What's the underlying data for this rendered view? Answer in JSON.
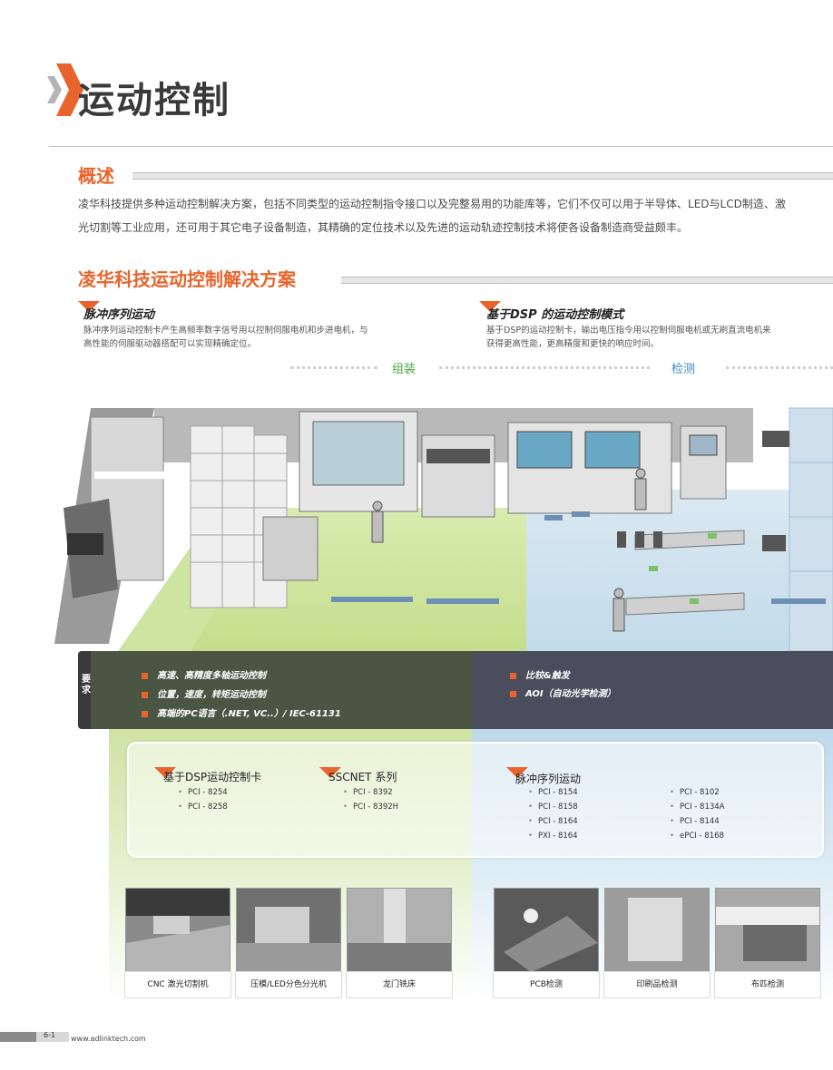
{
  "header": {
    "title": "运动控制"
  },
  "overview": {
    "heading": "概述",
    "body": "凌华科技提供多种运动控制解决方案，包括不同类型的运动控制指令接口以及完整易用的功能库等，它们不仅可以用于半导体、LED与LCD制造、激光切割等工业应用，还可用于其它电子设备制造，其精确的定位技术以及先进的运动轨迹控制技术将使各设备制造商受益颇丰。"
  },
  "solutions": {
    "heading": "凌华科技运动控制解决方案",
    "left": {
      "title": "脉冲序列运动",
      "text": "脉冲序列运动控制卡产生高频率数字信号用以控制伺服电机和步进电机，与高性能的伺服驱动器搭配可以实现精确定位。"
    },
    "right": {
      "title": "基于DSP 的运动控制模式",
      "text": "基于DSP的运动控制卡，输出电压指令用以控制伺服电机或无刷直流电机来获得更高性能，更高精度和更快的响应时间。"
    }
  },
  "zones": {
    "assembly": "组装",
    "inspection": "检测"
  },
  "requirements": {
    "tab_label": "要求",
    "left_items": [
      "高速、高精度多轴运动控制",
      "位置，速度，转矩运动控制",
      "高端的PC语言（.NET, VC..）/ IEC-61131"
    ],
    "right_items": [
      "比较&触发",
      "AOI（自动光学检测）"
    ]
  },
  "products": {
    "dsp": {
      "title": "基于DSP运动控制卡",
      "items": [
        "PCI - 8254",
        "PCI - 8258"
      ]
    },
    "sscnet": {
      "title": "SSCNET 系列",
      "items": [
        "PCI - 8392",
        "PCI - 8392H"
      ]
    },
    "pulse": {
      "title": "脉冲序列运动",
      "col1": [
        "PCI - 8154",
        "PCI - 8158",
        "PCI - 8164",
        "PXI - 8164"
      ],
      "col2": [
        "PCI - 8102",
        "PCI - 8134A",
        "PCI - 8144",
        "ePCI - 8168"
      ]
    }
  },
  "applications": [
    {
      "caption": "CNC 激光切割机",
      "icon": "laser-cutter-photo"
    },
    {
      "caption": "压模/LED分色分光机",
      "icon": "led-sorter-photo"
    },
    {
      "caption": "龙门铣床",
      "icon": "gantry-mill-photo"
    },
    {
      "caption": "PCB检测",
      "icon": "pcb-inspection-photo"
    },
    {
      "caption": "印刷品检测",
      "icon": "print-inspection-photo"
    },
    {
      "caption": "布匹检测",
      "icon": "fabric-inspection-photo"
    }
  ],
  "footer": {
    "page": "6-1",
    "url": "www.adlinktech.com"
  },
  "colors": {
    "accent": "#e8642c",
    "green_zone": "#4aa844",
    "blue_zone": "#3d86c6",
    "req_left": "#4a5643",
    "req_right": "#4a4d5c"
  }
}
